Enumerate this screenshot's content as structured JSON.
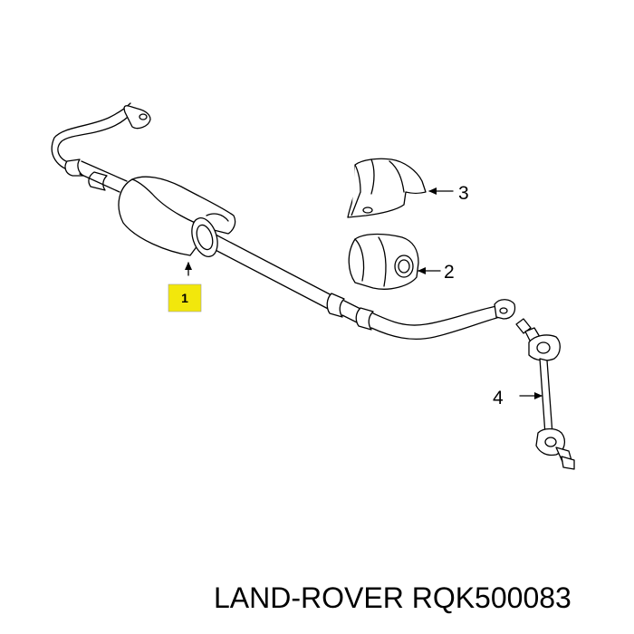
{
  "callouts": {
    "part_1": "1",
    "part_2": "2",
    "part_3": "3",
    "part_4": "4"
  },
  "caption": "LAND-ROVER RQK500083",
  "colors": {
    "highlight": "#f2e70c",
    "line": "#000000",
    "background": "#ffffff"
  }
}
